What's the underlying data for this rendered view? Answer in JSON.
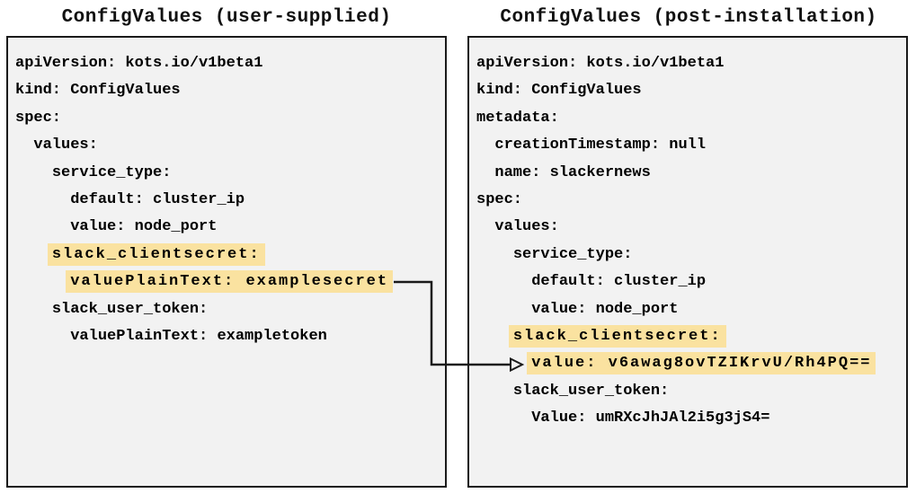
{
  "colors": {
    "highlight": "#fae2a0",
    "box_background": "#f2f2f2",
    "box_border": "#1a1a1a",
    "text": "#000000",
    "arrow": "#1a1a1a"
  },
  "left_panel": {
    "title": "ConfigValues (user-supplied)",
    "lines": [
      {
        "text": "apiVersion: kots.io/v1beta1",
        "indent": 0,
        "highlight": false
      },
      {
        "text": "kind: ConfigValues",
        "indent": 0,
        "highlight": false
      },
      {
        "text": "spec:",
        "indent": 0,
        "highlight": false
      },
      {
        "text": "values:",
        "indent": 1,
        "highlight": false
      },
      {
        "text": "service_type:",
        "indent": 2,
        "highlight": false
      },
      {
        "text": "default: cluster_ip",
        "indent": 3,
        "highlight": false
      },
      {
        "text": "value: node_port",
        "indent": 3,
        "highlight": false
      },
      {
        "text": "slack_clientsecret:",
        "indent": 2,
        "highlight": true
      },
      {
        "text": "valuePlainText: examplesecret",
        "indent": 3,
        "highlight": true
      },
      {
        "text": "slack_user_token:",
        "indent": 2,
        "highlight": false
      },
      {
        "text": "valuePlainText: exampletoken",
        "indent": 3,
        "highlight": false
      }
    ]
  },
  "right_panel": {
    "title": "ConfigValues (post-installation)",
    "lines": [
      {
        "text": "apiVersion: kots.io/v1beta1",
        "indent": 0,
        "highlight": false
      },
      {
        "text": "kind: ConfigValues",
        "indent": 0,
        "highlight": false
      },
      {
        "text": "metadata:",
        "indent": 0,
        "highlight": false
      },
      {
        "text": "creationTimestamp: null",
        "indent": 1,
        "highlight": false
      },
      {
        "text": "name: slackernews",
        "indent": 1,
        "highlight": false
      },
      {
        "text": "spec:",
        "indent": 0,
        "highlight": false
      },
      {
        "text": "values:",
        "indent": 1,
        "highlight": false
      },
      {
        "text": "service_type:",
        "indent": 2,
        "highlight": false
      },
      {
        "text": "default: cluster_ip",
        "indent": 3,
        "highlight": false
      },
      {
        "text": "value: node_port",
        "indent": 3,
        "highlight": false
      },
      {
        "text": "slack_clientsecret:",
        "indent": 2,
        "highlight": true
      },
      {
        "text": "value: v6awag8ovTZIKrvU/Rh4PQ==",
        "indent": 3,
        "highlight": true
      },
      {
        "text": "slack_user_token:",
        "indent": 2,
        "highlight": false
      },
      {
        "text": "Value: umRXcJhJAl2i5g3jS4=",
        "indent": 3,
        "highlight": false
      }
    ]
  },
  "arrow": {
    "from_text": "valuePlainText: examplesecret",
    "to_text": "value: v6awag8ovTZIKrvU/Rh4PQ=="
  }
}
